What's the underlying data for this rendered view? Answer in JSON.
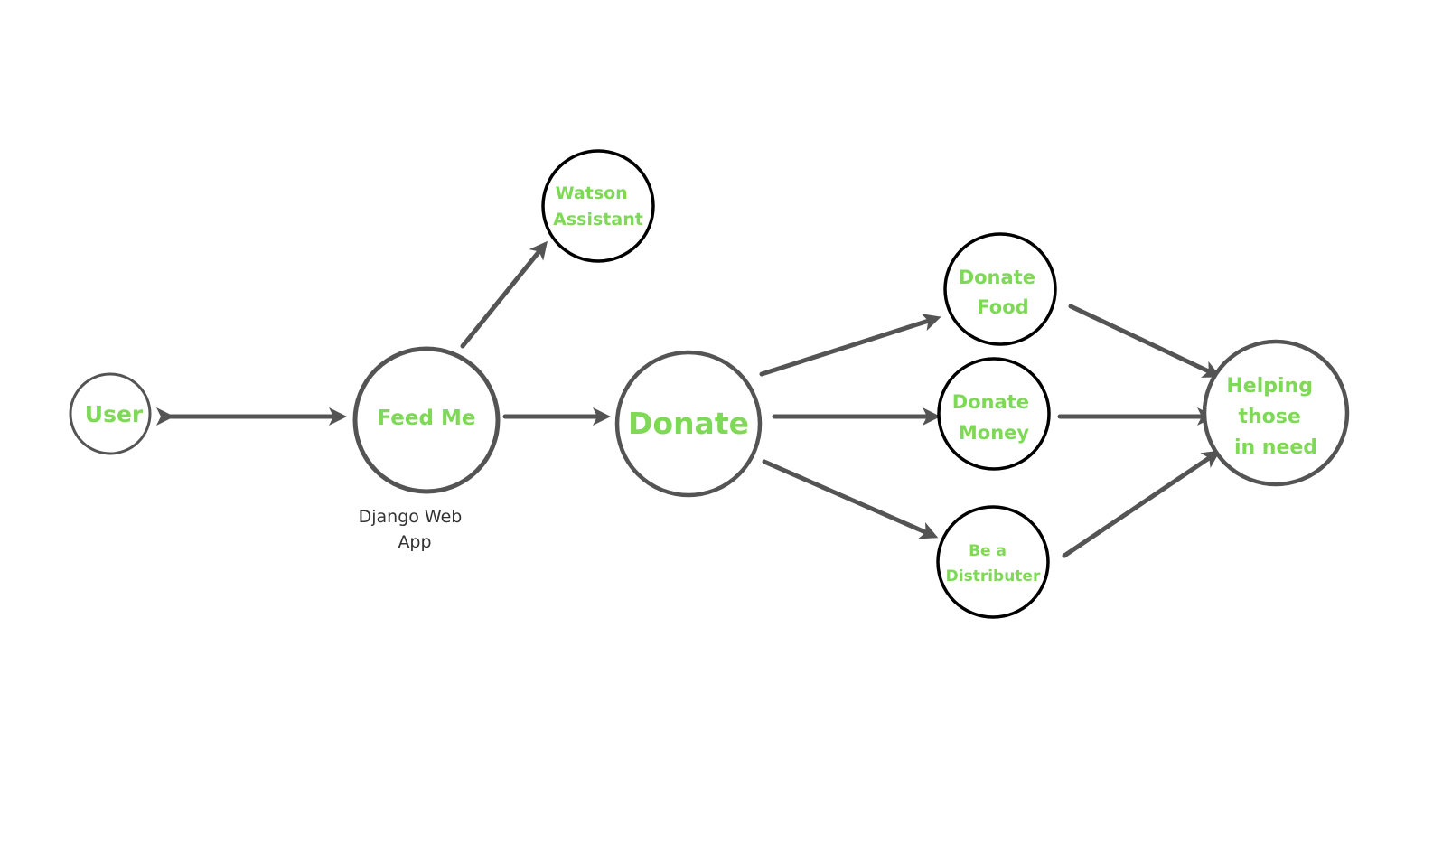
{
  "colors": {
    "label": "#7ed957",
    "circle_stroke_dark": "#000000",
    "circle_stroke_gray": "#545454",
    "arrow": "#545454",
    "caption": "#333333",
    "background": "#ffffff"
  },
  "nodes": {
    "user": {
      "lines": [
        "User"
      ]
    },
    "feed_me": {
      "lines": [
        "Feed Me"
      ]
    },
    "watson": {
      "lines": [
        "Watson",
        "Assistant"
      ]
    },
    "donate": {
      "lines": [
        "Donate"
      ]
    },
    "donate_food": {
      "lines": [
        "Donate",
        "Food"
      ]
    },
    "donate_money": {
      "lines": [
        "Donate",
        "Money"
      ]
    },
    "distributer": {
      "lines": [
        "Be a",
        "Distributer"
      ]
    },
    "helping": {
      "lines": [
        "Helping",
        "those",
        "in need"
      ]
    }
  },
  "caption": {
    "lines": [
      "Django Web",
      "App"
    ]
  },
  "edges": [
    {
      "from": "user",
      "to": "feed_me",
      "bidirectional": true
    },
    {
      "from": "feed_me",
      "to": "watson",
      "bidirectional": false
    },
    {
      "from": "feed_me",
      "to": "donate",
      "bidirectional": false
    },
    {
      "from": "donate",
      "to": "donate_food",
      "bidirectional": false
    },
    {
      "from": "donate",
      "to": "donate_money",
      "bidirectional": false
    },
    {
      "from": "donate",
      "to": "distributer",
      "bidirectional": false
    },
    {
      "from": "donate_food",
      "to": "helping",
      "bidirectional": false
    },
    {
      "from": "donate_money",
      "to": "helping",
      "bidirectional": false
    },
    {
      "from": "distributer",
      "to": "helping",
      "bidirectional": false
    }
  ]
}
